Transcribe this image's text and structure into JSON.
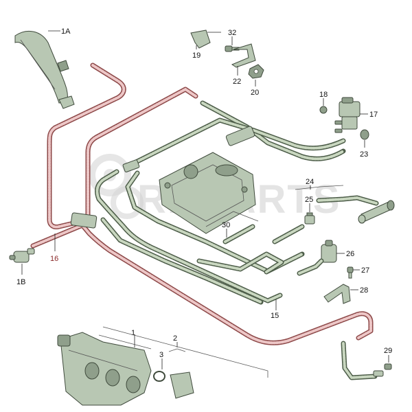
{
  "watermark": "RMPARTS",
  "callouts": {
    "c1A": "1A",
    "c1B": "1B",
    "c16": "16",
    "c32": "32",
    "c19": "19",
    "c22": "22",
    "c20": "20",
    "c18": "18",
    "c17": "17",
    "c23": "23",
    "c24": "24",
    "c25": "25",
    "c26": "26",
    "c27": "27",
    "c28": "28",
    "c30": "30",
    "c15": "15",
    "c29": "29",
    "c1": "1",
    "c2": "2",
    "c3": "3"
  },
  "colors": {
    "hose_green": "#c9d7c0",
    "hose_red": "#edc7c7",
    "highlight_label": "#8a2a2a"
  }
}
